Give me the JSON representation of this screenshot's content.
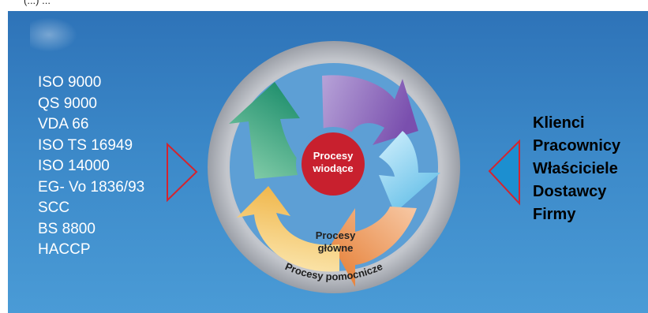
{
  "top_strip_text": "(...) ...",
  "standards": [
    "ISO 9000",
    "QS 9000",
    "VDA 66",
    "ISO TS 16949",
    "ISO 14000",
    "EG- Vo 1836/93",
    "SCC",
    "BS 8800",
    "HACCP"
  ],
  "stakeholders": [
    "Klienci",
    "Pracownicy",
    "Właściciele",
    "Dostawcy",
    "Firmy"
  ],
  "center": {
    "line1": "Procesy",
    "line2": "wiodące"
  },
  "main_processes": {
    "line1": "Procesy",
    "line2": "główne"
  },
  "outer_ring_label": "Procesy pomocnicze",
  "colors": {
    "background": "#3b88c8",
    "outer_ring": "#a6a9b1",
    "inner_disc": "#5d9fd5",
    "center": "#c8202e",
    "arrow_green": "#2e9a7a",
    "arrow_purple": "#8a63b8",
    "arrow_lightblue": "#8fd0f2",
    "arrow_orange": "#e9863f",
    "arrow_yellow": "#f3c35c",
    "triangle_outline": "#d4242e"
  }
}
